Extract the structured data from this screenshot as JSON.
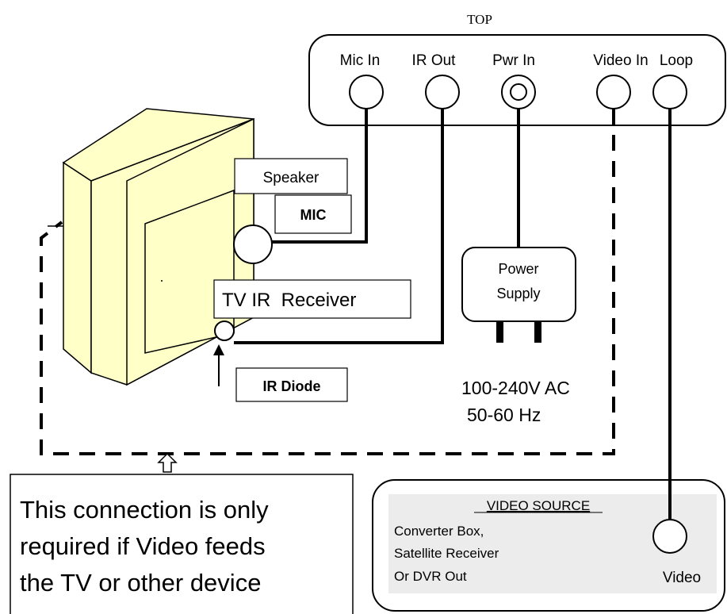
{
  "top_label": "TOP",
  "panel": {
    "ports": [
      {
        "label": "Mic In"
      },
      {
        "label": "IR Out"
      },
      {
        "label": "Pwr In"
      },
      {
        "label": "Video In"
      },
      {
        "label": "Loop"
      }
    ]
  },
  "tv": {
    "speaker_label": "Speaker",
    "mic_label": "MIC",
    "ir_receiver_label": "TV IR  Receiver",
    "ir_diode_label": "IR Diode"
  },
  "power_supply": {
    "line1": "Power",
    "line2": "Supply",
    "voltage": "100-240V AC",
    "frequency": "50-60 Hz"
  },
  "note": {
    "lines": [
      "This connection is only",
      "required if Video feeds",
      "the TV or other device"
    ]
  },
  "video_source": {
    "title": "VIDEO SOURCE",
    "lines": [
      "Converter Box,",
      "Satellite Receiver",
      "Or DVR Out"
    ],
    "port_label": "Video"
  }
}
